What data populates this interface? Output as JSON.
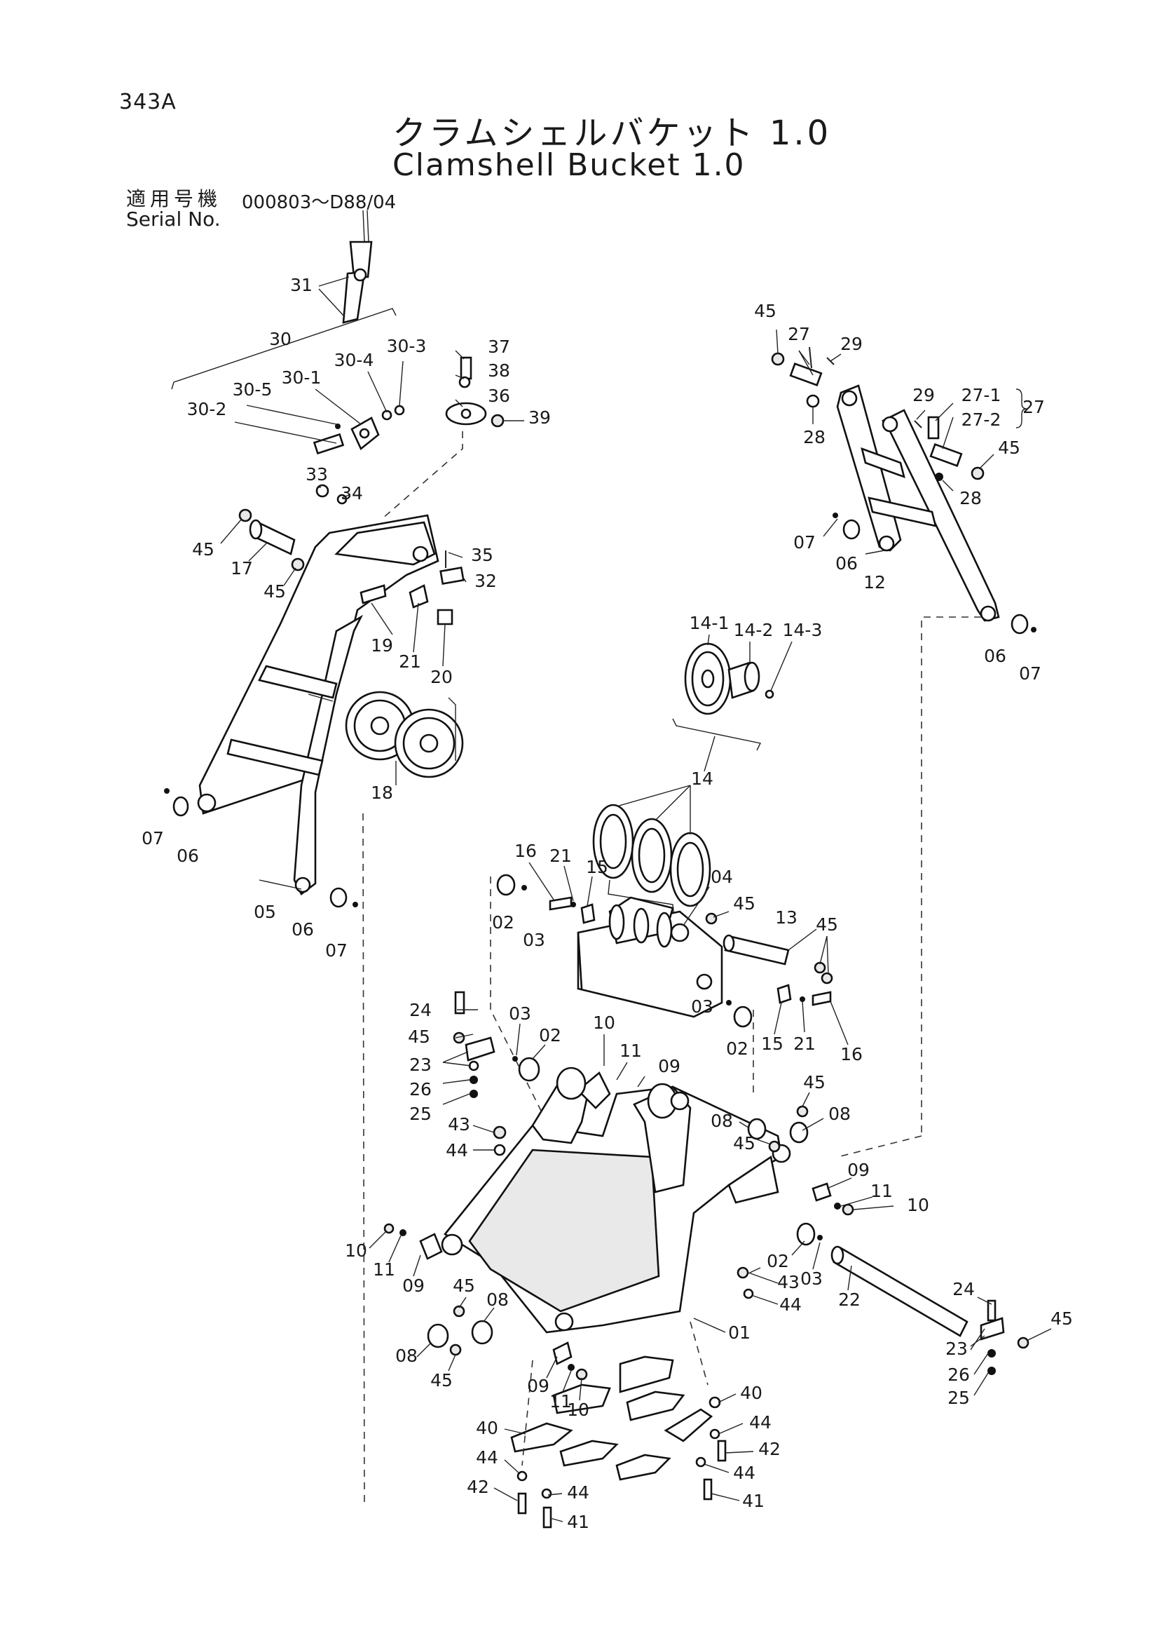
{
  "header": {
    "page_code": "343A",
    "title_ja": "クラムシェルバケット 1.0",
    "title_en": "Clamshell Bucket 1.0",
    "serial_label_ja": "適用号機",
    "serial_label_en": "Serial No.",
    "serial_range": "000803～D88/04"
  },
  "diagram": {
    "callouts": [
      {
        "id": "c31",
        "text": "31"
      },
      {
        "id": "c30",
        "text": "30"
      },
      {
        "id": "c30-1",
        "text": "30-1"
      },
      {
        "id": "c30-2",
        "text": "30-2"
      },
      {
        "id": "c30-3",
        "text": "30-3"
      },
      {
        "id": "c30-4",
        "text": "30-4"
      },
      {
        "id": "c30-5",
        "text": "30-5"
      },
      {
        "id": "c37",
        "text": "37"
      },
      {
        "id": "c38",
        "text": "38"
      },
      {
        "id": "c36",
        "text": "36"
      },
      {
        "id": "c39",
        "text": "39"
      },
      {
        "id": "c33",
        "text": "33"
      },
      {
        "id": "c34",
        "text": "34"
      },
      {
        "id": "c45a",
        "text": "45"
      },
      {
        "id": "c17",
        "text": "17"
      },
      {
        "id": "c45b",
        "text": "45"
      },
      {
        "id": "c35",
        "text": "35"
      },
      {
        "id": "c32",
        "text": "32"
      },
      {
        "id": "c19",
        "text": "19"
      },
      {
        "id": "c21a",
        "text": "21"
      },
      {
        "id": "c20",
        "text": "20"
      },
      {
        "id": "c18",
        "text": "18"
      },
      {
        "id": "c07a",
        "text": "07"
      },
      {
        "id": "c06a",
        "text": "06"
      },
      {
        "id": "c05",
        "text": "05"
      },
      {
        "id": "c06b",
        "text": "06"
      },
      {
        "id": "c07b",
        "text": "07"
      },
      {
        "id": "c45c",
        "text": "45"
      },
      {
        "id": "c27a",
        "text": "27"
      },
      {
        "id": "c29a",
        "text": "29"
      },
      {
        "id": "c28a",
        "text": "28"
      },
      {
        "id": "c29b",
        "text": "29"
      },
      {
        "id": "c27-1",
        "text": "27-1"
      },
      {
        "id": "c27-2",
        "text": "27-2"
      },
      {
        "id": "c27b",
        "text": "27"
      },
      {
        "id": "c45d",
        "text": "45"
      },
      {
        "id": "c28b",
        "text": "28"
      },
      {
        "id": "c07c",
        "text": "07"
      },
      {
        "id": "c06c",
        "text": "06"
      },
      {
        "id": "c12",
        "text": "12"
      },
      {
        "id": "c06d",
        "text": "06"
      },
      {
        "id": "c07d",
        "text": "07"
      },
      {
        "id": "c14-1",
        "text": "14-1"
      },
      {
        "id": "c14-2",
        "text": "14-2"
      },
      {
        "id": "c14-3",
        "text": "14-3"
      },
      {
        "id": "c14",
        "text": "14"
      },
      {
        "id": "c16a",
        "text": "16"
      },
      {
        "id": "c21b",
        "text": "21"
      },
      {
        "id": "c15a",
        "text": "15"
      },
      {
        "id": "c04",
        "text": "04"
      },
      {
        "id": "c45e",
        "text": "45"
      },
      {
        "id": "c13",
        "text": "13"
      },
      {
        "id": "c45f",
        "text": "45"
      },
      {
        "id": "c02a",
        "text": "02"
      },
      {
        "id": "c03a",
        "text": "03"
      },
      {
        "id": "c03b",
        "text": "03"
      },
      {
        "id": "c02b",
        "text": "02"
      },
      {
        "id": "c15b",
        "text": "15"
      },
      {
        "id": "c21c",
        "text": "21"
      },
      {
        "id": "c16b",
        "text": "16"
      },
      {
        "id": "c24a",
        "text": "24"
      },
      {
        "id": "c45g",
        "text": "45"
      },
      {
        "id": "c23a",
        "text": "23"
      },
      {
        "id": "c26a",
        "text": "26"
      },
      {
        "id": "c25a",
        "text": "25"
      },
      {
        "id": "c03c",
        "text": "03"
      },
      {
        "id": "c02c",
        "text": "02"
      },
      {
        "id": "c10a",
        "text": "10"
      },
      {
        "id": "c11a",
        "text": "11"
      },
      {
        "id": "c09a",
        "text": "09"
      },
      {
        "id": "c45h",
        "text": "45"
      },
      {
        "id": "c08a",
        "text": "08"
      },
      {
        "id": "c08b",
        "text": "08"
      },
      {
        "id": "c45i",
        "text": "45"
      },
      {
        "id": "c43a",
        "text": "43"
      },
      {
        "id": "c44a",
        "text": "44"
      },
      {
        "id": "c09b",
        "text": "09"
      },
      {
        "id": "c11b",
        "text": "11"
      },
      {
        "id": "c10b",
        "text": "10"
      },
      {
        "id": "c10c",
        "text": "10"
      },
      {
        "id": "c11c",
        "text": "11"
      },
      {
        "id": "c09c",
        "text": "09"
      },
      {
        "id": "c02d",
        "text": "02"
      },
      {
        "id": "c03d",
        "text": "03"
      },
      {
        "id": "c22",
        "text": "22"
      },
      {
        "id": "c45j",
        "text": "45"
      },
      {
        "id": "c08c",
        "text": "08"
      },
      {
        "id": "c08d",
        "text": "08"
      },
      {
        "id": "c45k",
        "text": "45"
      },
      {
        "id": "c43b",
        "text": "43"
      },
      {
        "id": "c44b",
        "text": "44"
      },
      {
        "id": "c01",
        "text": "01"
      },
      {
        "id": "c24b",
        "text": "24"
      },
      {
        "id": "c45l",
        "text": "45"
      },
      {
        "id": "c23b",
        "text": "23"
      },
      {
        "id": "c26b",
        "text": "26"
      },
      {
        "id": "c25b",
        "text": "25"
      },
      {
        "id": "c09d",
        "text": "09"
      },
      {
        "id": "c11d",
        "text": "11"
      },
      {
        "id": "c10d",
        "text": "10"
      },
      {
        "id": "c40a",
        "text": "40"
      },
      {
        "id": "c44c",
        "text": "44"
      },
      {
        "id": "c42a",
        "text": "42"
      },
      {
        "id": "c44d",
        "text": "44"
      },
      {
        "id": "c41a",
        "text": "41"
      },
      {
        "id": "c40b",
        "text": "40"
      },
      {
        "id": "c44e",
        "text": "44"
      },
      {
        "id": "c42b",
        "text": "42"
      },
      {
        "id": "c44f",
        "text": "44"
      },
      {
        "id": "c41b",
        "text": "41"
      }
    ]
  }
}
